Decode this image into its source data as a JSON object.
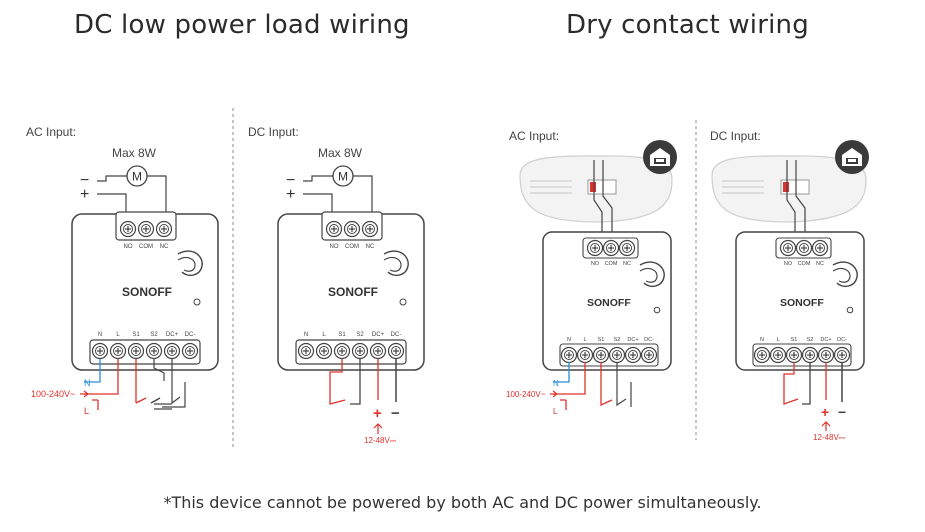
{
  "titles": {
    "left": "DC low power load wiring",
    "right": "Dry contact wiring"
  },
  "panels": {
    "ac_input_label": "AC Input:",
    "dc_input_label": "DC Input:",
    "max_load": "Max 8W",
    "motor_symbol": "M",
    "minus": "−",
    "plus": "+",
    "relay_terminals": [
      "NO",
      "COM",
      "NC"
    ],
    "power_terminals": [
      "N",
      "L",
      "S1",
      "S2",
      "DC+",
      "DC-"
    ],
    "brand": "SONOFF",
    "ac_range": "100-240V~",
    "n_label": "N",
    "l_label": "L",
    "dc_range": "12-48V⎓"
  },
  "colors": {
    "red": "#e0322e",
    "blue": "#2a8fd8",
    "outline": "#444444",
    "icon_bg": "#3a3a3a"
  },
  "icon_names": [
    "motor-icon",
    "garage-icon",
    "wifi-led-icon"
  ],
  "footnote": "*This device cannot be powered by both AC and DC power simultaneously."
}
